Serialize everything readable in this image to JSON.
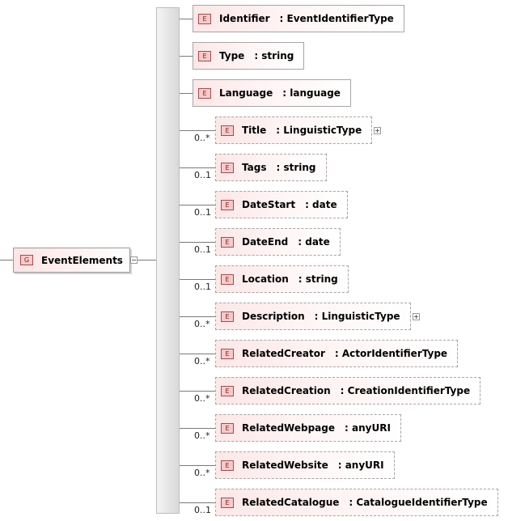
{
  "group": {
    "badge": "G",
    "name": "EventElements"
  },
  "element_badge": "E",
  "elements": [
    {
      "name": "Identifier",
      "type": ": EventIdentifierType",
      "cardinality": "",
      "expandable": false
    },
    {
      "name": "Type",
      "type": ": string",
      "cardinality": "",
      "expandable": false
    },
    {
      "name": "Language",
      "type": ": language",
      "cardinality": "",
      "expandable": false
    },
    {
      "name": "Title",
      "type": ": LinguisticType",
      "cardinality": "0..*",
      "expandable": true
    },
    {
      "name": "Tags",
      "type": ": string",
      "cardinality": "0..1",
      "expandable": false
    },
    {
      "name": "DateStart",
      "type": ": date",
      "cardinality": "0..1",
      "expandable": false
    },
    {
      "name": "DateEnd",
      "type": ": date",
      "cardinality": "0..1",
      "expandable": false
    },
    {
      "name": "Location",
      "type": ": string",
      "cardinality": "0..1",
      "expandable": false
    },
    {
      "name": "Description",
      "type": ": LinguisticType",
      "cardinality": "0..*",
      "expandable": true
    },
    {
      "name": "RelatedCreator",
      "type": ": ActorIdentifierType",
      "cardinality": "0..*",
      "expandable": false
    },
    {
      "name": "RelatedCreation",
      "type": ": CreationIdentifierType",
      "cardinality": "0..*",
      "expandable": false
    },
    {
      "name": "RelatedWebpage",
      "type": ": anyURI",
      "cardinality": "0..*",
      "expandable": false
    },
    {
      "name": "RelatedWebsite",
      "type": ": anyURI",
      "cardinality": "0..*",
      "expandable": false
    },
    {
      "name": "RelatedCatalogue",
      "type": ": CatalogueIdentifierType",
      "cardinality": "0..1",
      "expandable": false
    }
  ]
}
